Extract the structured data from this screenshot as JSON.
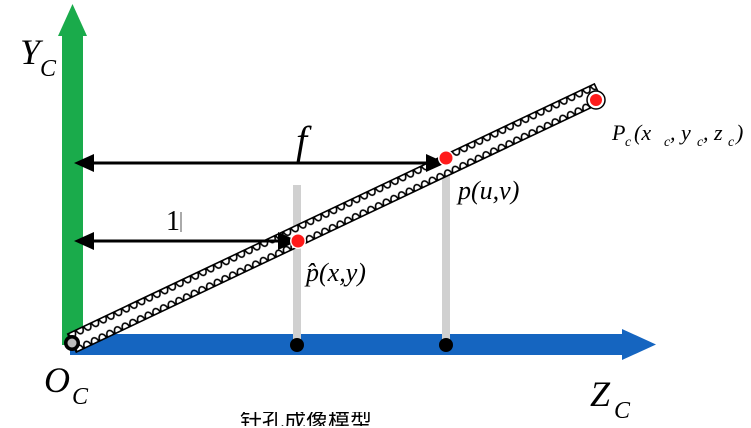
{
  "axes": {
    "y_label_main": "Y",
    "y_label_sub": "C",
    "z_label_main": "Z",
    "z_label_sub": "C",
    "origin_label_main": "O",
    "origin_label_sub": "C"
  },
  "dimensions": {
    "focal_label": "f",
    "unit_label": "1"
  },
  "points": {
    "camera_point": "P",
    "camera_point_sub": "c",
    "camera_point_coords": "(x",
    "camera_point_coords_x_sub": "c",
    "camera_point_coords_y": ", y",
    "camera_point_coords_y_sub": "c",
    "camera_point_coords_z": ", z",
    "camera_point_coords_z_sub": "c",
    "camera_point_close": ")",
    "image_point": "p(u,v)",
    "normalized_point": "p̂(x,y)"
  },
  "caption": "针孔成像模型",
  "colors": {
    "y_axis": "#1aab4b",
    "z_axis": "#1565c0",
    "point": "#ff1a1a",
    "projection_line": "#d0d0d0"
  }
}
